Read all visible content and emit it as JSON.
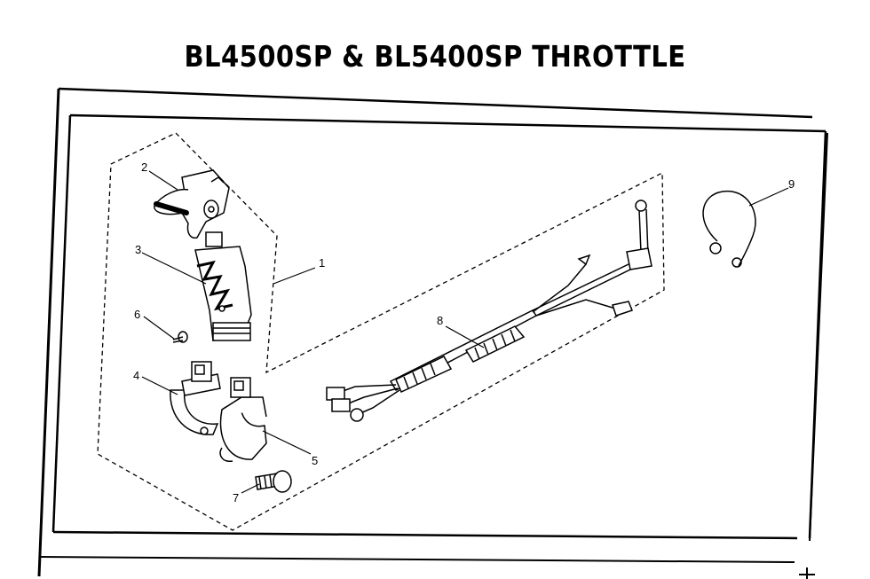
{
  "title": "BL4500SP & BL5400SP THROTTLE",
  "callouts": [
    "1",
    "2",
    "3",
    "4",
    "5",
    "6",
    "7",
    "8",
    "9"
  ]
}
